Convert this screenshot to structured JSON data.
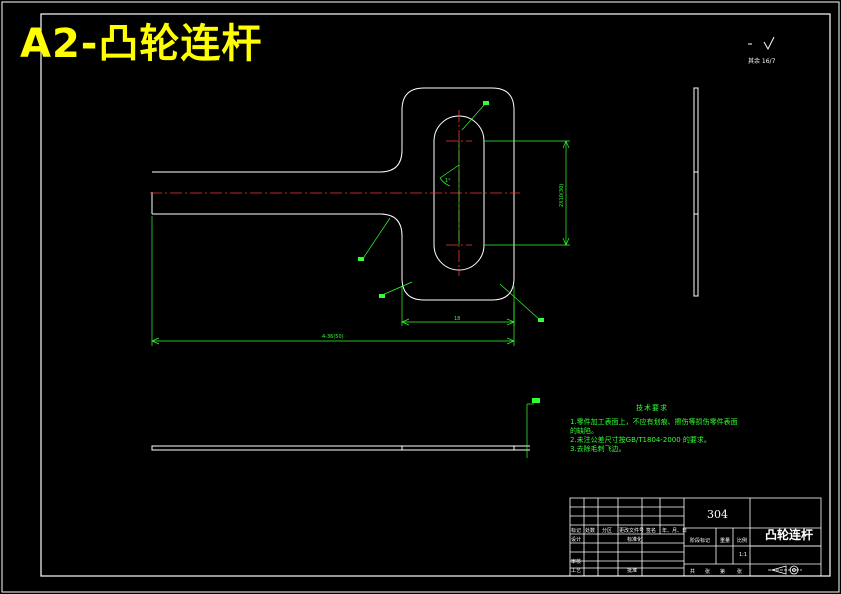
{
  "title": "A2-凸轮连杆",
  "roughness": {
    "symbol": "√",
    "note": "其余 16/7"
  },
  "dimensions": {
    "slot_height": "2X10(30)",
    "angle": "1°",
    "bottom_width": "18",
    "overall_length": "4-36(50)"
  },
  "tech_requirements": {
    "heading": "技术要求",
    "lines": [
      "1.零件加工表面上，不应有划痕、擦伤等损伤零件表面",
      "的缺陷。",
      "2.未注公差尺寸按GB/T1804-2000   的要求。",
      "3.去除毛刺飞边。"
    ]
  },
  "title_block": {
    "material": "304",
    "part_name": "凸轮连杆",
    "row_labels_1": [
      "标记",
      "处数",
      "分区",
      "更改文件号",
      "签名",
      "年、月、日"
    ],
    "row_labels_2": [
      "设计",
      "",
      "标准化"
    ],
    "row_labels_3": [
      "审核",
      "工艺",
      "批准"
    ],
    "stage_header": [
      "阶段标记",
      "重量",
      "比例"
    ],
    "scale": "1:1",
    "sheet": [
      "共",
      "张",
      "第",
      "张"
    ]
  }
}
